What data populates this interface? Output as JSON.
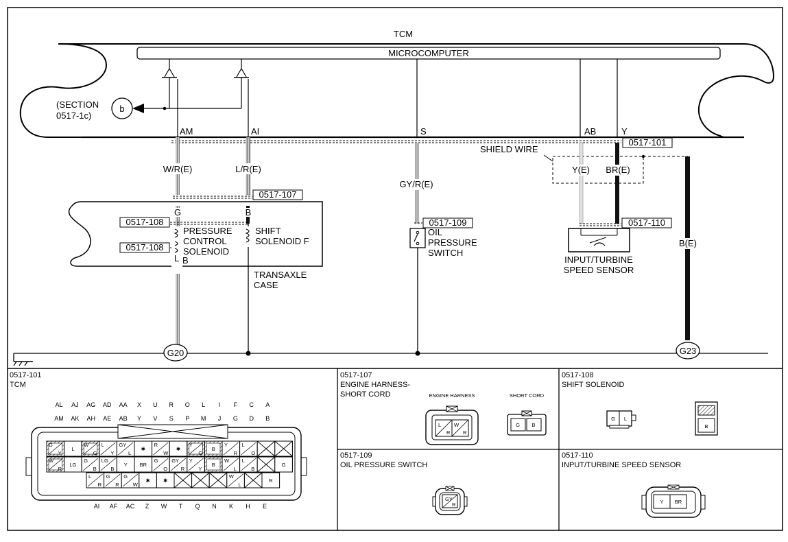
{
  "main": {
    "tcm": "TCM",
    "microcomputer": "MICROCOMPUTER",
    "section_line1": "(SECTION",
    "section_line2": "0517-1c)",
    "section_ref": "b",
    "terminals": {
      "am": "AM",
      "ai": "AI",
      "s": "S",
      "ab": "AB",
      "y": "Y"
    },
    "wires": {
      "wr": "W/R(E)",
      "lr": "L/R(E)",
      "gyr": "GY/R(E)",
      "ye": "Y(E)",
      "bre": "BR(E)",
      "be": "B(E)"
    },
    "shield_wire": "SHIELD WIRE",
    "codes": {
      "c101": "0517-101",
      "c107": "0517-107",
      "c108a": "0517-108",
      "c108b": "0517-108",
      "c109": "0517-109",
      "c110": "0517-110"
    },
    "pins": {
      "g": "G",
      "b1": "B",
      "l": "L",
      "b2": "B"
    },
    "pcs": [
      "PRESSURE",
      "CONTROL",
      "SOLENOID"
    ],
    "shift_f": [
      "SHIFT",
      "SOLENOID F"
    ],
    "transaxle": [
      "TRANSAXLE",
      "CASE"
    ],
    "oil_switch": [
      "OIL",
      "PRESSURE",
      "SWITCH"
    ],
    "speed_sensor": [
      "INPUT/TURBINE",
      "SPEED SENSOR"
    ],
    "grounds": {
      "g20": "G20",
      "g23": "G23"
    }
  },
  "panels": {
    "p101": {
      "code": "0517-101",
      "title": "TCM"
    },
    "p107": {
      "code": "0517-107",
      "title1": "ENGINE HARNESS-",
      "title2": "SHORT CORD",
      "sub_engine": "ENGINE HARNESS",
      "sub_short": "SHORT CORD"
    },
    "p108": {
      "code": "0517-108",
      "title": "SHIFT SOLENOID"
    },
    "p109": {
      "code": "0517-109",
      "title": "OIL PRESSURE SWITCH"
    },
    "p110": {
      "code": "0517-110",
      "title": "INPUT/TURBINE SPEED SENSOR"
    }
  },
  "tcm_connector": {
    "row1_labels": [
      "AL",
      "AJ",
      "AG",
      "AD",
      "AA",
      "X",
      "U",
      "R",
      "O",
      "L",
      "I",
      "F",
      "C",
      "A"
    ],
    "row2_labels": [
      "AM",
      "AK",
      "AH",
      "AE",
      "AB",
      "Y",
      "V",
      "S",
      "P",
      "M",
      "J",
      "G",
      "D",
      "B"
    ],
    "bottom_labels": [
      "AI",
      "AF",
      "AC",
      "Z",
      "W",
      "T",
      "Q",
      "N",
      "K",
      "H",
      "E"
    ],
    "pins_row1": [
      {
        "t": "G",
        "b": "Y",
        "h": true
      },
      {
        "t": "L",
        "b": "",
        "h": false
      },
      {
        "t": "W",
        "b": "G",
        "h": true
      },
      {
        "t": "L",
        "b": "Y",
        "h": false
      },
      {
        "t": "GY",
        "b": "L",
        "h": false
      },
      {
        "t": "✱",
        "b": "",
        "h": false
      },
      {
        "t": "R",
        "b": "W",
        "h": false
      },
      {
        "t": "✱",
        "b": "",
        "h": false
      },
      {
        "t": "Y",
        "b": "G",
        "h": true
      },
      {
        "t": "B",
        "b": "",
        "h": true
      },
      {
        "t": "Y",
        "b": "R",
        "h": false
      },
      {
        "t": "L",
        "b": "O",
        "h": false
      },
      {
        "t": "",
        "b": "",
        "h": false,
        "x": true
      },
      {
        "t": "",
        "b": "",
        "h": false,
        "x": true
      }
    ],
    "pins_row2": [
      {
        "t": "W",
        "b": "R",
        "h": true
      },
      {
        "t": "LG",
        "b": "",
        "h": false
      },
      {
        "t": "G",
        "b": "B",
        "h": false
      },
      {
        "t": "LG",
        "b": "B",
        "h": false
      },
      {
        "t": "Y",
        "b": "",
        "h": false
      },
      {
        "t": "BR",
        "b": "",
        "h": false
      },
      {
        "t": "G",
        "b": "O",
        "h": false
      },
      {
        "t": "GY",
        "b": "R",
        "h": false
      },
      {
        "t": "Y",
        "b": "Y",
        "h": false
      },
      {
        "t": "B",
        "b": "",
        "h": true
      },
      {
        "t": "W",
        "b": "L",
        "h": false
      },
      {
        "t": "L",
        "b": "B",
        "h": false
      },
      {
        "t": "",
        "b": "",
        "h": false,
        "x": true
      },
      {
        "t": "G",
        "b": "",
        "h": false
      }
    ],
    "pins_row3": [
      {
        "t": "L",
        "b": "R",
        "h": false
      },
      {
        "t": "G",
        "b": "R",
        "h": false
      },
      {
        "t": "G",
        "b": "W",
        "h": false
      },
      {
        "t": "✱",
        "b": "",
        "h": false
      },
      {
        "t": "✱",
        "b": "",
        "h": false
      },
      {
        "t": "",
        "b": "",
        "h": false,
        "x": true
      },
      {
        "t": "",
        "b": "",
        "h": false,
        "x": true
      },
      {
        "t": "",
        "b": "",
        "h": false,
        "x": true
      },
      {
        "t": "W",
        "b": "L",
        "h": false
      },
      {
        "t": "",
        "b": "",
        "h": false,
        "x": true
      },
      {
        "t": "R",
        "b": "",
        "h": false
      }
    ]
  },
  "c107_pins": {
    "left_top": "L",
    "left_bottom": "R",
    "right_top": "W",
    "right_bottom": "R",
    "sc_left": "G",
    "sc_right": "B"
  },
  "c108_pins": {
    "g": "G",
    "l": "L",
    "b": "B"
  },
  "c109_pins": {
    "top": "GY",
    "bottom": "R"
  },
  "c110_pins": {
    "y": "Y",
    "br": "BR"
  }
}
